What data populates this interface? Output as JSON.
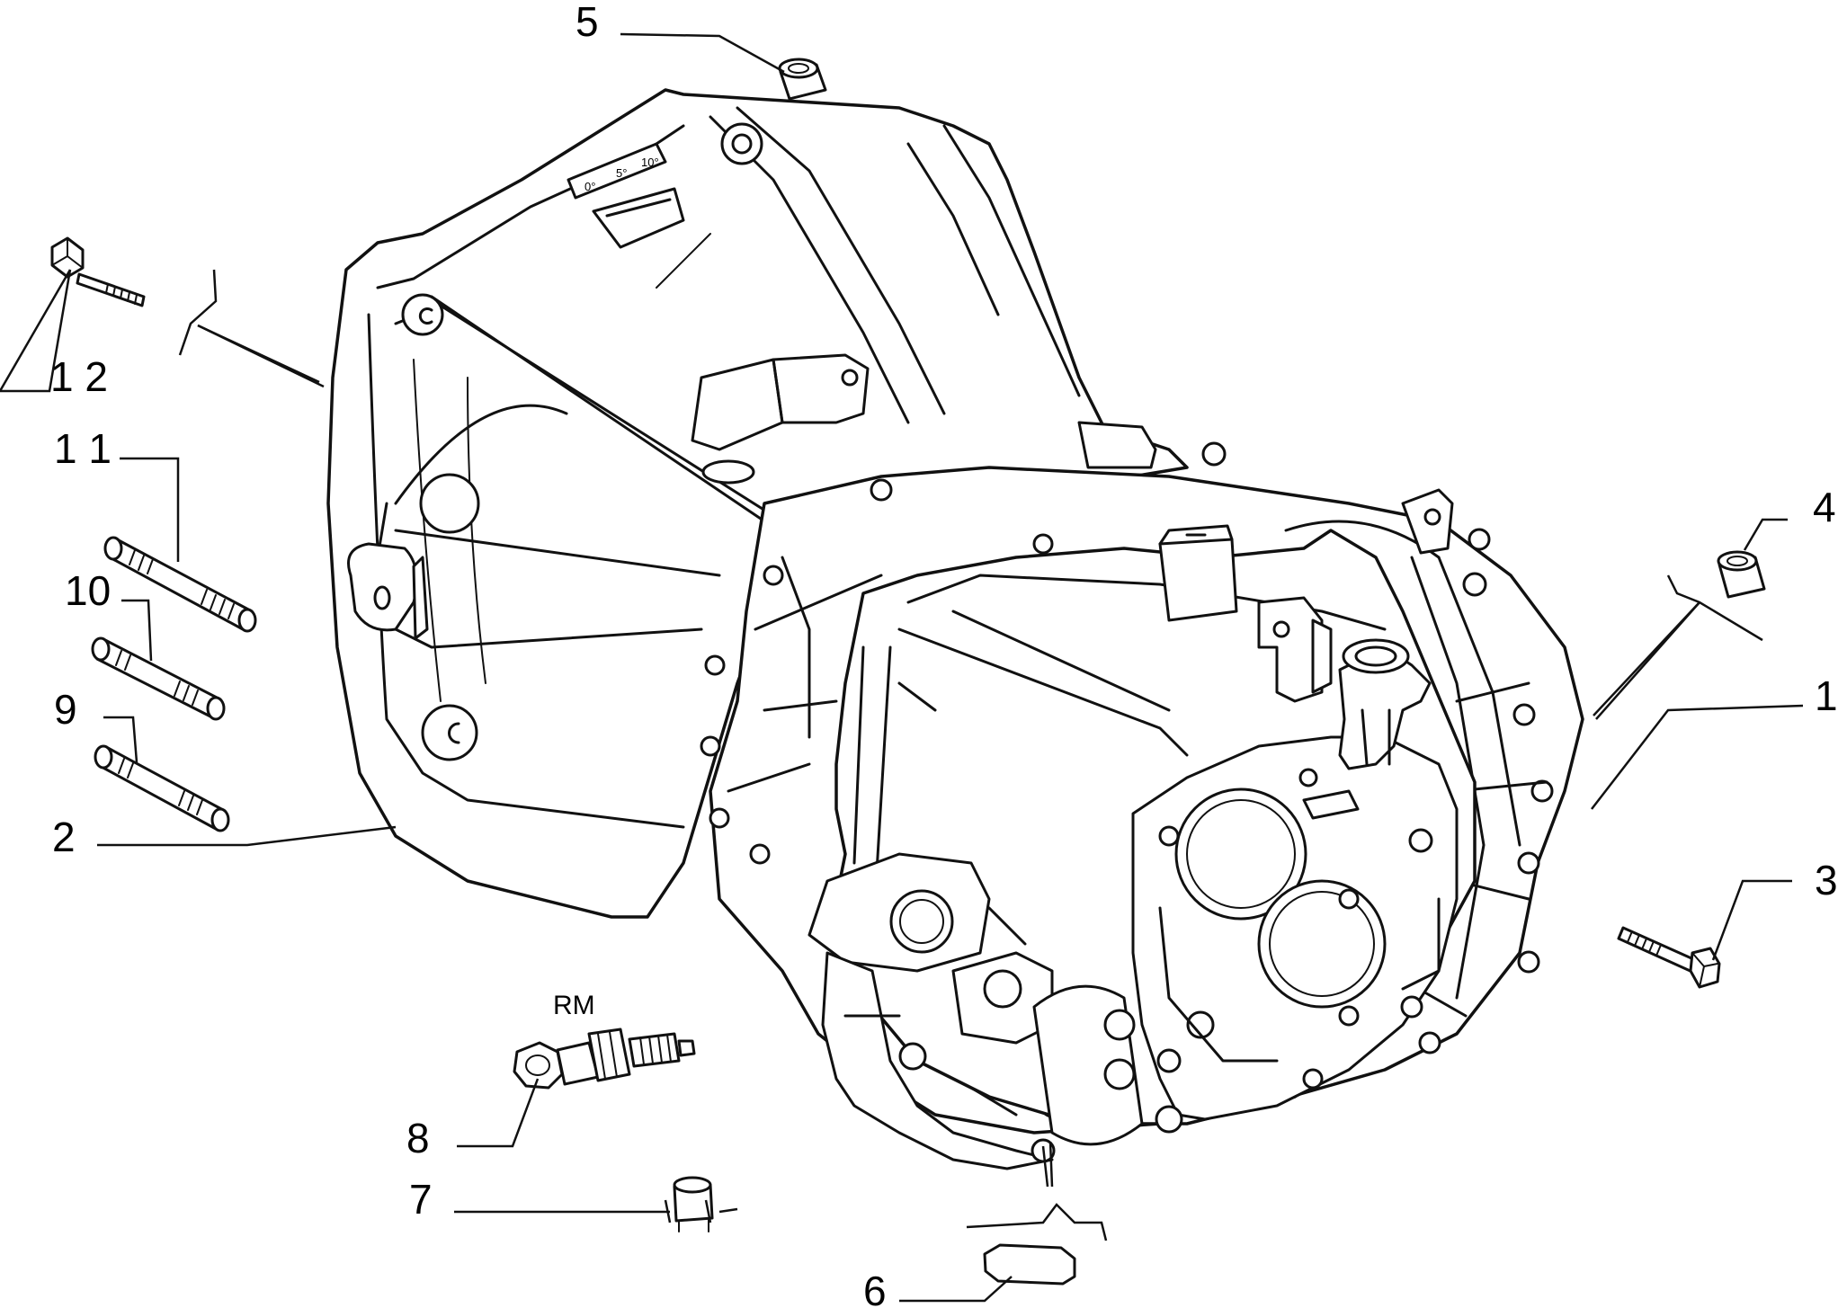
{
  "callouts": {
    "c1": "1",
    "c2": "2",
    "c3": "3",
    "c4": "4",
    "c5": "5",
    "c6": "6",
    "c7": "7",
    "c8": "8",
    "c9": "9",
    "c10": "10",
    "c11": "1 1",
    "c12": "1 2"
  },
  "annotations": {
    "rm": "RM",
    "scale_0": "0°",
    "scale_5": "5°",
    "scale_10": "10°"
  }
}
